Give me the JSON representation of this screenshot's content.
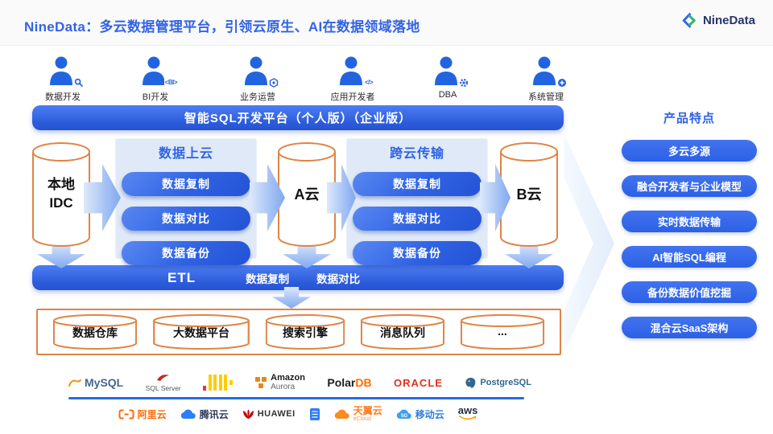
{
  "header": {
    "title": "NineData：多云数据管理平台，引领云原生、AI在数据领域落地",
    "brand": "NineData"
  },
  "roles": {
    "items": [
      {
        "label": "数据开发",
        "icon": "search-icon"
      },
      {
        "label": "BI开发",
        "icon": "bi-icon",
        "badge": "<BI>"
      },
      {
        "label": "业务运营",
        "icon": "hexagon-icon"
      },
      {
        "label": "应用开发者",
        "icon": "code-icon",
        "badge": "</>"
      },
      {
        "label": "DBA",
        "icon": "gear-icon"
      },
      {
        "label": "系统管理",
        "icon": "plus-circle-icon"
      }
    ]
  },
  "banner": {
    "label": "智能SQL开发平台（个人版）（企业版）"
  },
  "diagram": {
    "local": {
      "line1": "本地",
      "line2": "IDC"
    },
    "cloud_a": "A云",
    "cloud_b": "B云",
    "group1": {
      "title": "数据上云",
      "items": [
        "数据复制",
        "数据对比",
        "数据备份"
      ]
    },
    "group2": {
      "title": "跨云传输",
      "items": [
        "数据复制",
        "数据对比",
        "数据备份"
      ]
    },
    "etl": {
      "label": "ETL",
      "item1": "数据复制",
      "item2": "数据对比"
    },
    "targets": [
      "数据仓库",
      "大数据平台",
      "搜索引擎",
      "消息队列",
      "..."
    ]
  },
  "features": {
    "title": "产品特点",
    "items": [
      "多云多源",
      "融合开发者与企业模型",
      "实时数据传输",
      "AI智能SQL编程",
      "备份数据价值挖掘",
      "混合云SaaS架构"
    ]
  },
  "partners": {
    "databases": {
      "mysql": "MySQL",
      "sqlserver": "SQL Server",
      "aurora_top": "Amazon",
      "aurora_bottom": "Aurora",
      "polardb_left": "Polar",
      "polardb_right": "DB",
      "oracle": "ORACLE",
      "postgresql": "PostgreSQL"
    },
    "clouds": {
      "aliyun": "阿里云",
      "tencent": "腾讯云",
      "huawei": "HUAWEI",
      "tianyi": "天翼云",
      "tianyi_sub": "eCloud",
      "mobile": "移动云",
      "aws": "aws"
    }
  },
  "colors": {
    "primary_blue": "#2f63e3",
    "pill_blue": "#3267e8",
    "light_box_blue": "#dfe9f8",
    "cylinder_orange": "#df8445",
    "title_blue": "#3464e4"
  }
}
